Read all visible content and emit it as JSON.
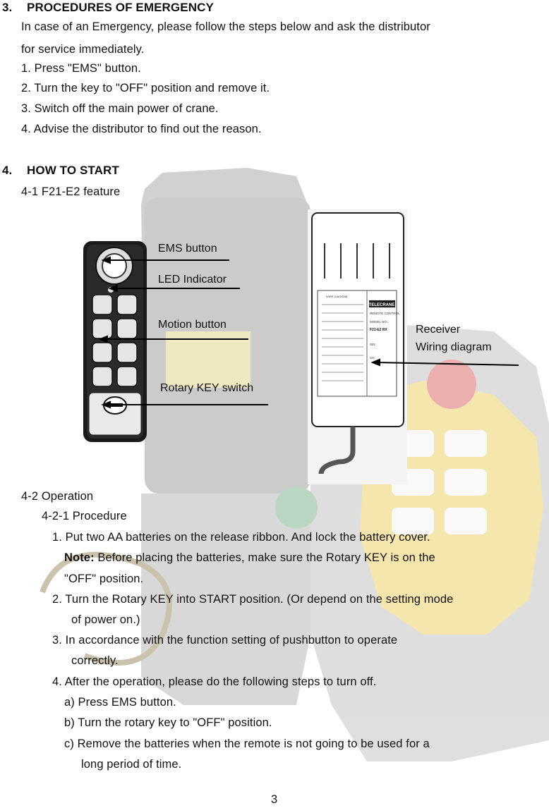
{
  "section3": {
    "number": "3.",
    "title": "PROCEDURES OF EMERGENCY",
    "intro_line1": "In case of an Emergency, please follow the steps below and ask the distributor",
    "intro_line2": "for service immediately.",
    "steps": [
      "1. Press \"EMS\" button.",
      "2. Turn the key to \"OFF\" position and remove it.",
      "3. Switch off the main power of crane.",
      "4. Advise the distributor to find out the reason."
    ]
  },
  "section4": {
    "number": "4.",
    "title": "HOW TO START",
    "feature_heading": "4-1 F21-E2 feature",
    "figure_labels": {
      "ems": "EMS button",
      "led": "LED Indicator",
      "motion": "Motion button",
      "rotary": "Rotary KEY switch",
      "receiver_line1": "Receiver",
      "receiver_line2": "Wiring diagram"
    },
    "diagram_text": {
      "brand": "TELECRANE",
      "remote_control": "REMOTE CONTROL",
      "model_no": "MODEL NO.:",
      "model": "F21-E2 RX",
      "sn": "S/N:",
      "ch": "CH:",
      "wire_diagram": "WIRE DIAGRAM"
    },
    "operation_heading": "4-2 Operation",
    "procedure_heading": "4-2-1 Procedure",
    "p1": "1. Put two AA batteries on the release ribbon. And lock the battery cover.",
    "note_label": "Note:",
    "note_text": " Before placing the batteries, make sure the Rotary KEY is on the",
    "note_line2": "\"OFF\" position.",
    "p2_line1": "2. Turn the Rotary KEY into START position. (Or depend on the setting mode",
    "p2_line2": "of power on.)",
    "p3_line1": "3. In accordance with the function setting of pushbutton to operate",
    "p3_line2": "correctly.",
    "p4": "4. After the operation, please do the following steps to turn off.",
    "p4a": "a) Press EMS button.",
    "p4b": "b) Turn the rotary key to \"OFF\" position.",
    "p4c_line1": "c) Remove the batteries when the remote is not going to be used for a",
    "p4c_line2": "long period of time."
  },
  "page_number": "3"
}
